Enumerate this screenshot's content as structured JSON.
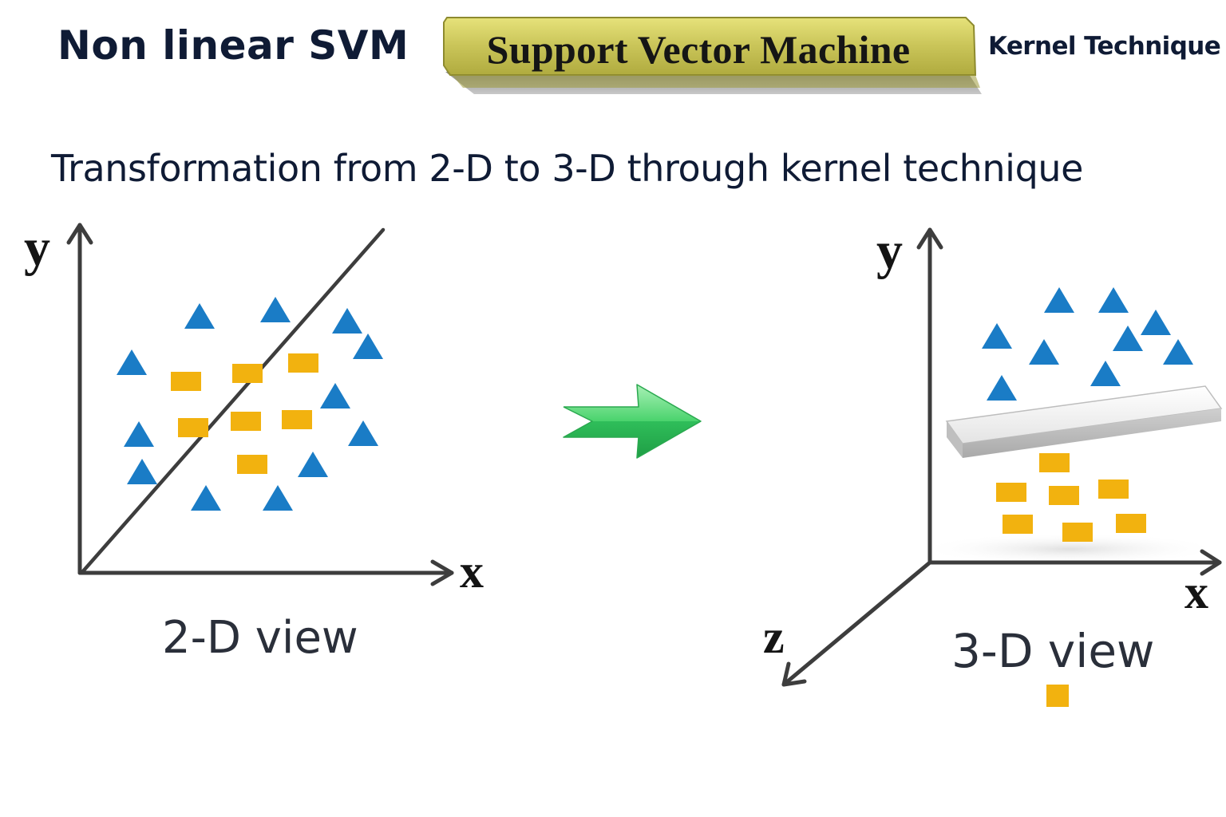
{
  "header": {
    "title_left": "Non linear SVM",
    "banner": "Support Vector Machine",
    "title_right": "Kernel Technique",
    "subtitle": "Transformation from 2-D to 3-D through kernel technique"
  },
  "view_2d": {
    "x_label": "x",
    "y_label": "y",
    "caption": "2-D view"
  },
  "view_3d": {
    "x_label": "x",
    "y_label": "y",
    "z_label": "z",
    "caption": "3-D view"
  },
  "colors": {
    "triangle": "#1a7cc6",
    "square": "#f2b20f",
    "axis": "#3d3d3d",
    "arrow": "#3fcf68",
    "banner": "#c9c458",
    "heading": "#0f1b35"
  },
  "icons": {
    "transform": "right-arrow-icon",
    "separator_3d": "hyperplane-slab"
  }
}
